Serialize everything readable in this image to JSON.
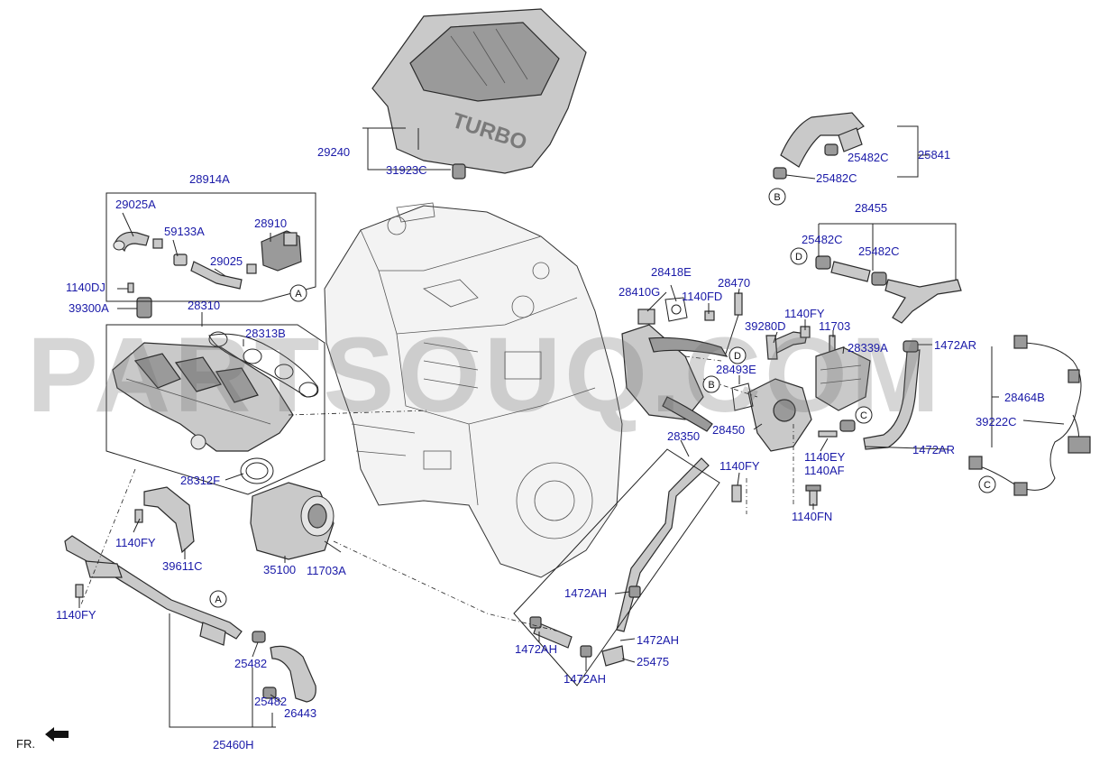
{
  "watermark": "PARTSOUQ.COM",
  "front_indicator": "FR.",
  "callouts": {
    "engine_cover": "29240",
    "cover_bushing": "31923C",
    "pcv_kit": "28914A",
    "pcv_hose_a": "29025A",
    "pcv_valve": "59133A",
    "pcv_hose": "29025",
    "pcv_separator": "28910",
    "bolt_1140dj": "1140DJ",
    "sensor_39300a": "39300A",
    "intake_manifold": "28310",
    "manifold_gasket": "28313B",
    "throttle_gasket": "28312F",
    "bolt_1140fy_a": "1140FY",
    "bracket_39611c": "39611C",
    "throttle_body": "35100",
    "stud_11703a": "11703A",
    "bolt_1140fy_b": "1140FY",
    "clamp_25482_a": "25482",
    "clamp_25482_b": "25482",
    "hose_26443": "26443",
    "hose_assy_25460h": "25460H",
    "egr_cooler": "28410G",
    "egr_gasket": "28418E",
    "bolt_1140fd": "1140FD",
    "egr_sensor": "28470",
    "egr_pipe": "39280D",
    "bolt_1140fy_c": "1140FY",
    "stud_11703": "11703",
    "egr_gasket_b": "28493E",
    "egr_valve": "28450",
    "cooler_28339a": "28339A",
    "bolt_1140ey": "1140EY",
    "bolt_1140af": "1140AF",
    "bolt_1140fn": "1140FN",
    "hose_25841": "25841",
    "clamp_25482c_a": "25482C",
    "clamp_25482c_b": "25482C",
    "hose_assy_28455": "28455",
    "clamp_25482c_c": "25482C",
    "clamp_25482c_d": "25482C",
    "clamp_1472ar_a": "1472AR",
    "clamp_1472ar_b": "1472AR",
    "harness_28464b": "28464B",
    "sensor_39222c": "39222C",
    "pipe_28350": "28350",
    "bolt_1140fy_d": "1140FY",
    "clamp_1472ah_a": "1472AH",
    "clamp_1472ah_b": "1472AH",
    "clamp_1472ah_c": "1472AH",
    "clamp_1472ah_d": "1472AH",
    "hose_25475": "25475"
  },
  "refs": {
    "a1": "A",
    "a2": "A",
    "b1": "B",
    "b2": "B",
    "c1": "C",
    "c2": "C",
    "d1": "D",
    "d2": "D"
  }
}
